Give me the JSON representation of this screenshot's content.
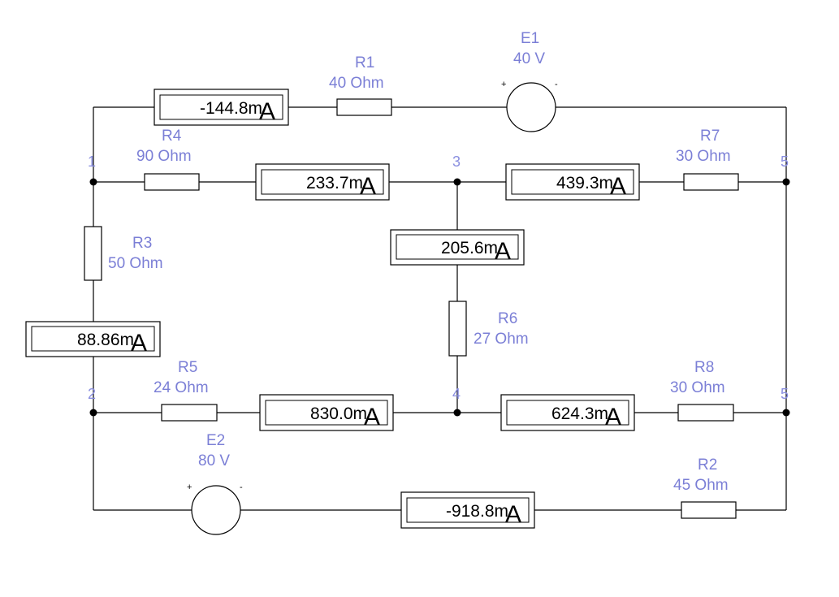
{
  "nodes": {
    "n1": "1",
    "n2": "2",
    "n3": "3",
    "n4": "4",
    "n5_top": "5",
    "n5_bottom": "5"
  },
  "resistors": {
    "R1": {
      "name": "R1",
      "value": "40  Ohm"
    },
    "R2": {
      "name": "R2",
      "value": "45  Ohm"
    },
    "R3": {
      "name": "R3",
      "value": "50  Ohm"
    },
    "R4": {
      "name": "R4",
      "value": "90  Ohm"
    },
    "R5": {
      "name": "R5",
      "value": "24  Ohm"
    },
    "R6": {
      "name": "R6",
      "value": "27  Ohm"
    },
    "R7": {
      "name": "R7",
      "value": "30  Ohm"
    },
    "R8": {
      "name": "R8",
      "value": "30  Ohm"
    }
  },
  "sources": {
    "E1": {
      "name": "E1",
      "value": "40 V",
      "plus": "+",
      "minus": "-"
    },
    "E2": {
      "name": "E2",
      "value": "80 V",
      "plus": "+",
      "minus": "-"
    }
  },
  "ammeters": {
    "top": {
      "value": "-144.8m",
      "unit": "A"
    },
    "r4_branch": {
      "value": "233.7m",
      "unit": "A"
    },
    "r7_branch": {
      "value": "439.3m",
      "unit": "A"
    },
    "r6_branch": {
      "value": "205.6m",
      "unit": "A"
    },
    "r3_branch": {
      "value": "88.86m",
      "unit": "A"
    },
    "r5_branch": {
      "value": "830.0m",
      "unit": "A"
    },
    "r8_branch": {
      "value": "624.3m",
      "unit": "A"
    },
    "bottom": {
      "value": "-918.8m",
      "unit": "A"
    }
  },
  "colors": {
    "label": "#7b7fd6",
    "wire": "#000000",
    "background": "#ffffff"
  }
}
